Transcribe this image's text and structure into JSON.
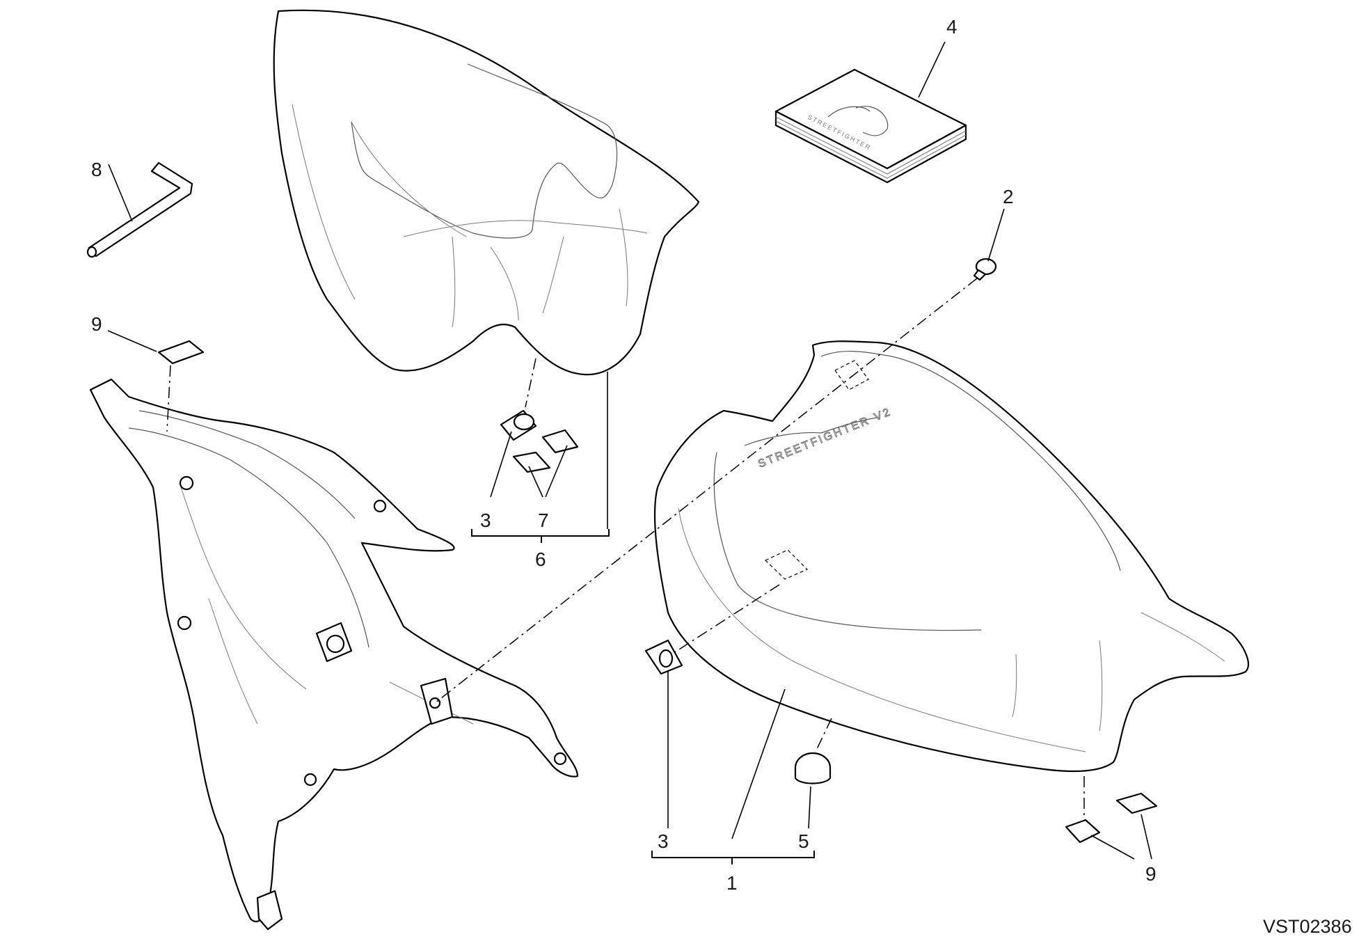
{
  "callouts": {
    "c1": "1",
    "c2": "2",
    "c3a": "3",
    "c3b": "3",
    "c4": "4",
    "c5": "5",
    "c6": "6",
    "c7": "7",
    "c8": "8",
    "c9a": "9",
    "c9b": "9"
  },
  "drawing_code": "VST02386",
  "seat_logo_text": "STREETFIGHTER V2",
  "manual_cover_text": "STREETFIGHTER"
}
